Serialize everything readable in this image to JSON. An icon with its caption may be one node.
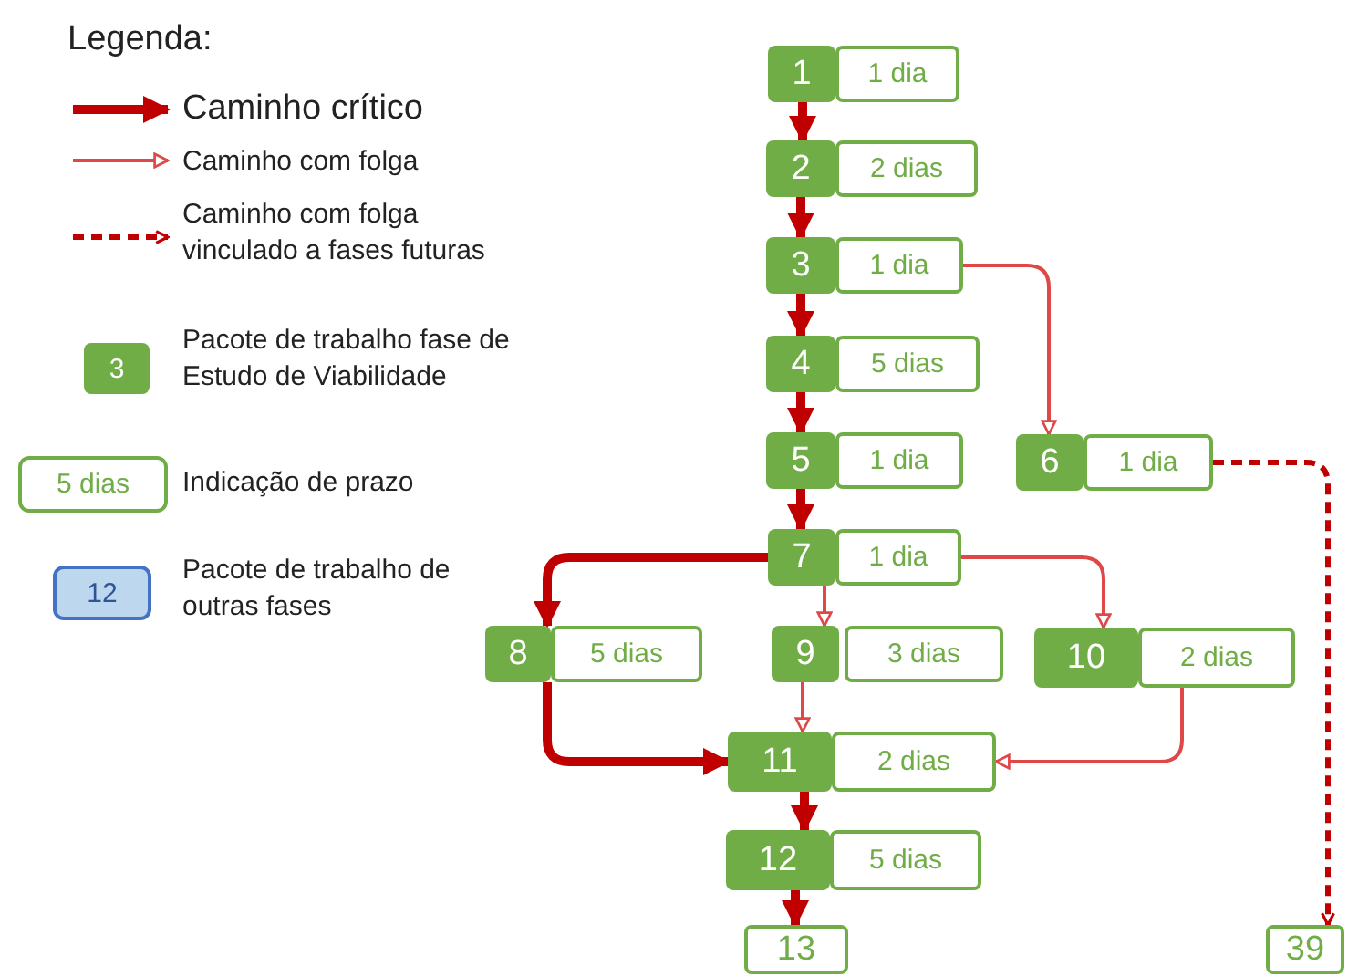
{
  "diagram": {
    "nodes": [
      {
        "text": [
          "1",
          "1 dia"
        ]
      },
      {
        "text": [
          "2",
          "2 dias"
        ]
      },
      {
        "text": [
          "3",
          "1 dia"
        ]
      },
      {
        "text": [
          "4",
          "5 dias"
        ]
      },
      {
        "text": [
          "5",
          "1 dia"
        ]
      },
      {
        "text": [
          "6",
          "1 dia"
        ]
      },
      {
        "text": [
          "7",
          "1 dia"
        ]
      },
      {
        "text": [
          "8",
          "5 dias"
        ]
      },
      {
        "text": [
          "9",
          "3 dias"
        ]
      },
      {
        "text": [
          "10",
          "2 dias"
        ]
      },
      {
        "text": [
          "11",
          "2 dias"
        ]
      },
      {
        "text": [
          "12",
          "5 dias"
        ]
      },
      {
        "text": [
          "13"
        ]
      },
      {
        "text": [
          "39"
        ]
      }
    ],
    "edges": [
      {
        "from": 0,
        "to": 1,
        "arrow": "to"
      },
      {
        "from": 1,
        "to": 2,
        "arrow": "to"
      },
      {
        "from": 2,
        "to": 3,
        "arrow": "to"
      },
      {
        "from": 2,
        "to": 5,
        "arrow": "to",
        "color": "#e04848"
      },
      {
        "from": 3,
        "to": 4,
        "arrow": "to"
      },
      {
        "from": 4,
        "to": 6,
        "arrow": "to"
      },
      {
        "from": 5,
        "to": 13,
        "arrow": "to",
        "style": "dashed"
      },
      {
        "from": 6,
        "to": 7,
        "arrow": "to"
      },
      {
        "from": 6,
        "to": 8,
        "arrow": "to",
        "color": "#e04848"
      },
      {
        "from": 6,
        "to": 9,
        "arrow": "to",
        "color": "#e04848"
      },
      {
        "from": 7,
        "to": 10,
        "arrow": "to"
      },
      {
        "from": 8,
        "to": 10,
        "arrow": "to",
        "color": "#e04848"
      },
      {
        "from": 9,
        "to": 10,
        "arrow": "to",
        "color": "#e04848"
      },
      {
        "from": 10,
        "to": 11,
        "arrow": "to"
      },
      {
        "from": 11,
        "to": 12,
        "arrow": "to"
      }
    ],
    "labels": [
      "Legenda:",
      "3",
      "5 dias",
      "12"
    ],
    "legend": [
      {
        "text": "Caminho crítico"
      },
      {
        "text": "Caminho com folga"
      },
      {
        "text": "Caminho com folga vinculado a fases futuras"
      },
      {
        "text": "Pacote de trabalho fase de Estudo de Viabilidade",
        "color": "#70ad47"
      },
      {
        "text": "Indicação de prazo"
      },
      {
        "text": "Pacote de trabalho de outras fases",
        "color": "#bdd7ee"
      }
    ]
  }
}
